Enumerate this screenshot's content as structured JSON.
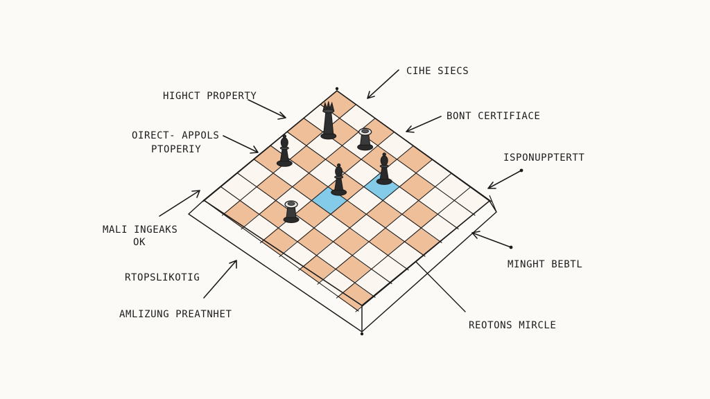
{
  "labels": {
    "top_right": "CIHE SIECS",
    "top_left": "HIGHCT PROPERTY",
    "right_upper": "BONT CERTIFIACE",
    "left_upper_line1": "OIRECT- APPOLS",
    "left_upper_line2": "PTOPERIY",
    "right_middle": "ISPONUPPTERTT",
    "left_middle_line1": "MALI INGEAKS",
    "left_middle_line2": "OK",
    "left_lower": "RTOPSLIKOTIG",
    "right_lower": "MINGHT BEBTL",
    "bottom_left": "AMLIZUNG PREATNHET",
    "bottom_right": "REOTONS MIRCLE"
  },
  "board": {
    "size": 8,
    "colors": {
      "light": "#fbf6ef",
      "orange": "#ecb489",
      "blue": "#6fc1e6",
      "ink": "#1b1b1b"
    },
    "orange_squares": [
      [
        0,
        0
      ],
      [
        0,
        2
      ],
      [
        0,
        4
      ],
      [
        1,
        1
      ],
      [
        1,
        3
      ],
      [
        1,
        5
      ],
      [
        2,
        0
      ],
      [
        2,
        2
      ],
      [
        2,
        6
      ],
      [
        3,
        1
      ],
      [
        3,
        3
      ],
      [
        3,
        5
      ],
      [
        3,
        7
      ],
      [
        4,
        0
      ],
      [
        4,
        2
      ],
      [
        4,
        4
      ],
      [
        4,
        6
      ],
      [
        5,
        1
      ],
      [
        5,
        3
      ],
      [
        5,
        5
      ],
      [
        6,
        2
      ],
      [
        6,
        4
      ],
      [
        6,
        6
      ],
      [
        7,
        1
      ],
      [
        7,
        3
      ],
      [
        7,
        5
      ],
      [
        7,
        7
      ]
    ],
    "blue_squares": [
      [
        2,
        4
      ],
      [
        4,
        3
      ]
    ],
    "pieces": [
      {
        "type": "rook-icon",
        "row": 0.9,
        "col": 2.2
      },
      {
        "type": "queen-icon",
        "row": 1.5,
        "col": 0.8
      },
      {
        "type": "bishop-icon",
        "row": 1.7,
        "col": 3.9
      },
      {
        "type": "bishop-icon",
        "row": 3.8,
        "col": 0.5
      },
      {
        "type": "bishop-icon",
        "row": 3.4,
        "col": 3.0
      },
      {
        "type": "rook-icon",
        "row": 5.8,
        "col": 2.6
      }
    ]
  }
}
